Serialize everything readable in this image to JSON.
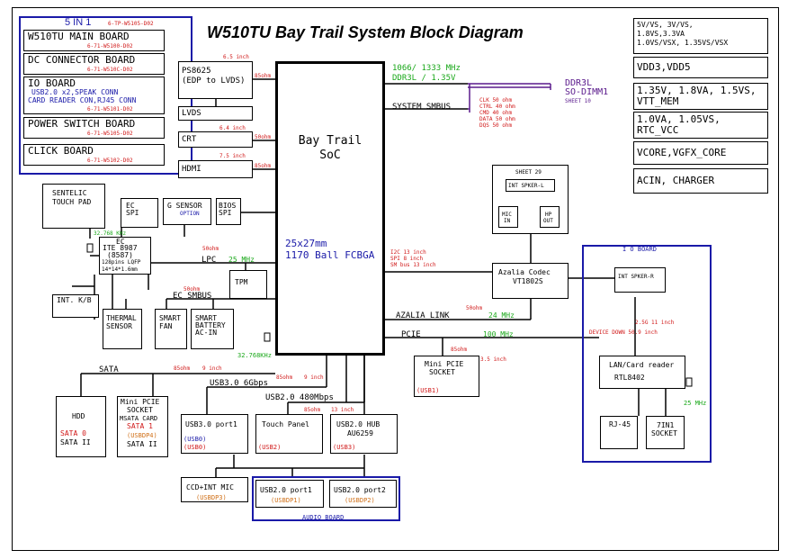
{
  "title": "W510TU Bay Trail System Block Diagram",
  "five_in_one": {
    "header": "5 IN 1",
    "header_code": "6-TP-W5105-D02",
    "boards": [
      {
        "name": "W510TU MAIN BOARD",
        "code": "6-71-W5100-D02"
      },
      {
        "name": "DC CONNECTOR BOARD",
        "code": "6-71-W510C-D02"
      },
      {
        "name": "IO BOARD",
        "line2": "USB2.0 x2,SPEAK CONN",
        "line3": "CARD READER CON,RJ45 CONN",
        "code": "6-71-W5101-D02"
      },
      {
        "name": "POWER SWITCH BOARD",
        "code": "6-71-W5105-D02"
      },
      {
        "name": "CLICK BOARD",
        "code": "6-71-W5102-D02"
      }
    ]
  },
  "power": [
    {
      "lines": [
        "5V/VS, 3V/VS,",
        "1.8VS,3.3VA",
        "1.0VS/VSX, 1.35VS/VSX"
      ]
    },
    {
      "lines": [
        "VDD3,VDD5"
      ]
    },
    {
      "lines": [
        "1.35V, 1.8VA, 1.5VS,",
        "VTT_MEM"
      ]
    },
    {
      "lines": [
        "1.0VA, 1.05VS,",
        "RTC_VCC"
      ]
    },
    {
      "lines": [
        "VCORE,VGFX_CORE"
      ]
    },
    {
      "lines": [
        "ACIN, CHARGER"
      ]
    }
  ],
  "soc": {
    "line1": "Bay Trail",
    "line2": "SoC",
    "pkg1": "25x27mm",
    "pkg2": "1170 Ball FCBGA"
  },
  "display": {
    "ps8625_l1": "PS8625",
    "ps8625_l2": "(EDP to LVDS)",
    "lvds": "LVDS",
    "crt": "CRT",
    "hdmi": "HDMI",
    "len_ps": "6.5 inch",
    "len_crt": "6.4 inch",
    "len_hdmi": "7.5 inch",
    "ohm": "85ohm",
    "ohm2": "50ohm",
    "ohm3": "85ohm"
  },
  "memory": {
    "speed": "1066/ 1333 MHz",
    "type": "DDR3L / 1.35V",
    "dimm1": "DDR3L",
    "dimm2": "SO-DIMM1",
    "sheet": "SHEET 10",
    "smbus": "SYSTEM SMBUS",
    "ohms": [
      "CLK 50 ohm",
      "CTRL 40 ohm",
      "CMD 40 ohm",
      "DATA 50 ohm",
      "DQS 50 ohm"
    ]
  },
  "ec": {
    "touchpad1": "SENTELIC",
    "touchpad2": "TOUCH PAD",
    "ec_spi1": "EC",
    "ec_spi2": "SPI",
    "gsensor": "G SENSOR",
    "gsensor_opt": "OPTION",
    "bios1": "BIOS",
    "bios2": "SPI",
    "ite_ec": "EC",
    "ite1": "ITE 8987",
    "ite2": "(8587)",
    "ite3": "128pins LQFP",
    "ite4": "14*14*1.6mm",
    "khz": "32.768 KHz",
    "lpc": "LPC",
    "lpc_mhz": "25 MHz",
    "lpc_ohm": "50ohm",
    "tpm": "TPM",
    "smbus": "EC SMBUS",
    "smbus_ohm": "50ohm",
    "intkb": "INT. K/B",
    "thermal1": "THERMAL",
    "thermal2": "SENSOR",
    "fan1": "SMART",
    "fan2": "FAN",
    "battery1": "SMART",
    "battery2": "BATTERY",
    "battery3": "AC-IN"
  },
  "audio": {
    "sheet": "SHEET 29",
    "speaker": "INT SPKER-L",
    "mic1": "MIC",
    "mic2": "IN",
    "hp1": "HP",
    "hp2": "OUT",
    "codec1": "Azalia Codec",
    "codec2": "VT1802S",
    "i2c": "I2C 13 inch",
    "spi": "SPI 8 inch",
    "smbus": "SM bus 13 inch",
    "azalia": "AZALIA LINK",
    "azalia_mhz": "24 MHz",
    "azalia_ohm": "50ohm"
  },
  "io_board": {
    "label": "I O BOARD",
    "speaker_r": "INT SPKER-R",
    "len": "2.5G 11 inch",
    "device_down": "DEVICE DOWN 50.9 inch",
    "lan1": "LAN/Card reader",
    "lan2": "RTL8402",
    "rj45": "RJ-45",
    "cr1": "7IN1",
    "cr2": "SOCKET",
    "mhz": "25 MHz"
  },
  "pcie": {
    "label": "PCIE",
    "mhz": "100 MHz",
    "ohm": "85ohm",
    "len": "3.5 inch",
    "mini1": "Mini PCIE",
    "mini2": "SOCKET",
    "usb": "(USB1)"
  },
  "sata": {
    "label": "SATA",
    "ohm": "85ohm",
    "len": "9 inch",
    "hdd": "HDD",
    "hdd_s0": "SATA 0",
    "hdd_s2": "SATA II",
    "msata1": "Mini PCIE",
    "msata2": "SOCKET",
    "msata3": "MSATA CARD",
    "msata_s1": "SATA 1",
    "msata_usb": "(USBDP4)",
    "msata_s2": "SATA II"
  },
  "usb": {
    "usb3_label": "USB3.0 6Gbps",
    "usb3_ohm": "85ohm",
    "usb3_len": "9 inch",
    "usb2_label": "USB2.0 480Mbps",
    "usb2_ohm": "85ohm",
    "usb2_len": "13 inch",
    "port3": "USB3.0 port1",
    "port3_u1": "(USB0)",
    "port3_u2": "(USB0)",
    "touch": "Touch Panel",
    "touch_u": "(USB2)",
    "hub1": "USB2.0  HUB",
    "hub2": "AU6259",
    "hub_u": "(USB3)",
    "ccd": "CCD+INT MIC",
    "ccd_u": "(USBDP3)",
    "p1": "USB2.0 port1",
    "p1_u": "(USBDP1)",
    "p2": "USB2.0 port2",
    "p2_u": "(USBDP2)",
    "audio_board": "AUDIO BOARD"
  },
  "crystal_soc": "32.768KHz",
  "colors": {
    "blue": "#1a1aa8",
    "red": "#d01818",
    "green": "#1aa81a",
    "purple": "#5a1a8c"
  }
}
